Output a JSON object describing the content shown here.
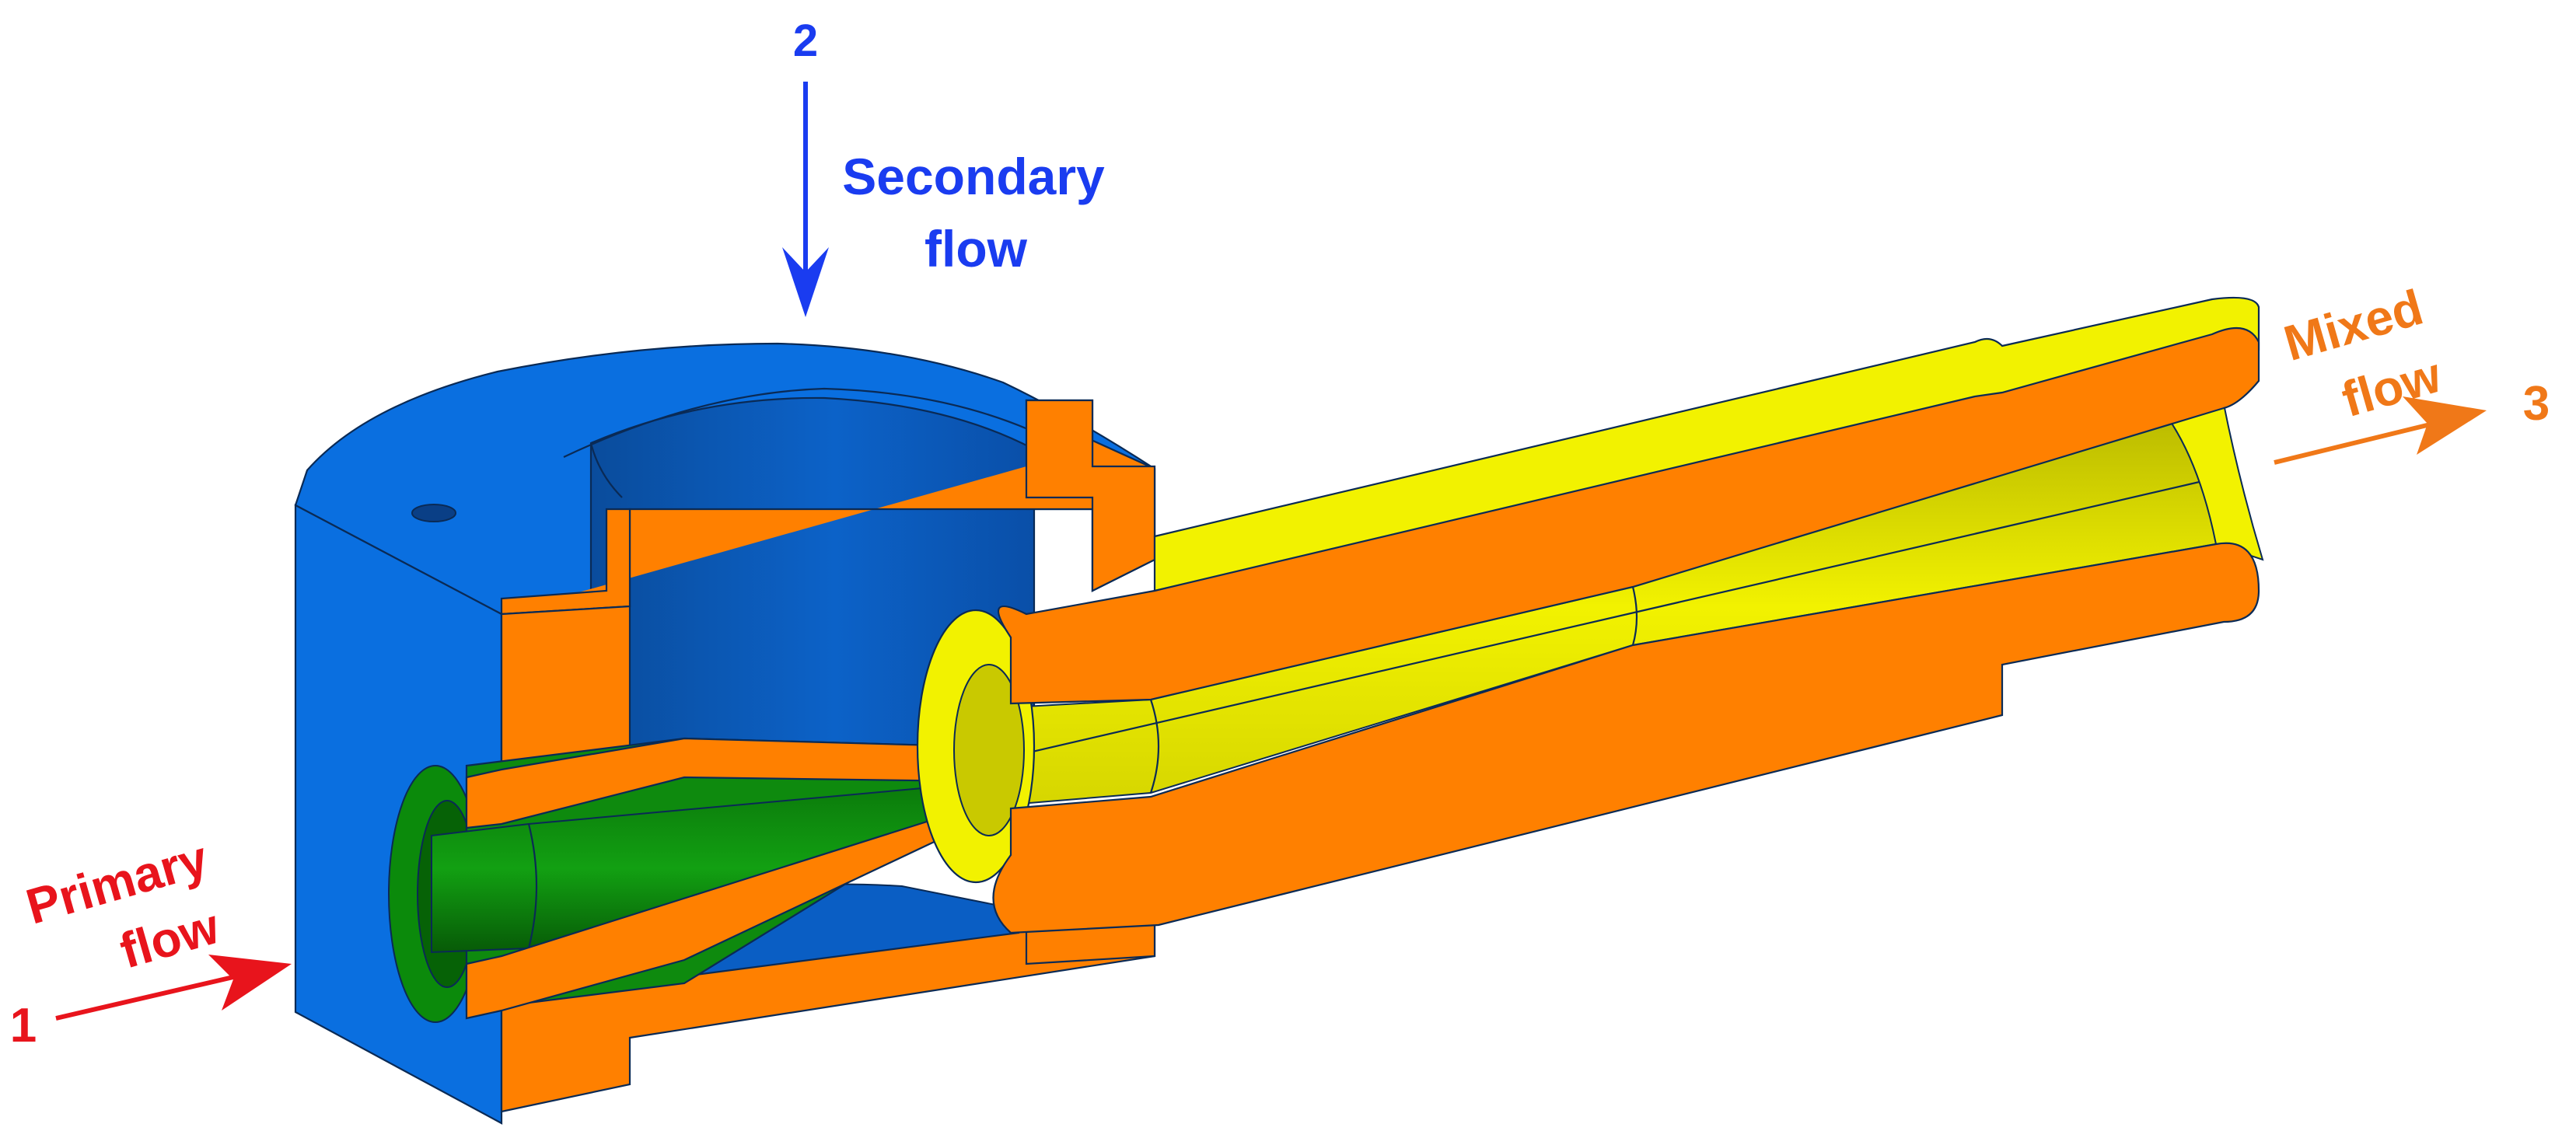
{
  "labels": {
    "primary": {
      "number": "1",
      "line1": "Primary",
      "line2": "flow",
      "color": "#e8141c"
    },
    "secondary": {
      "number": "2",
      "line1": "Secondary",
      "line2": "flow",
      "color": "#1a3cf0"
    },
    "mixed": {
      "number": "3",
      "line1": "Mixed",
      "line2": "flow",
      "color": "#f07818"
    }
  },
  "colors": {
    "body": "#0a6fe0",
    "body_dark": "#0b58b8",
    "body_inner": "#0a4da0",
    "section_cut": "#ff8000",
    "diffuser": "#f5f500",
    "diffuser_dark": "#c8c800",
    "nozzle": "#0e8a0e",
    "nozzle_dark": "#066206"
  },
  "components": [
    "suction-chamber-body",
    "primary-nozzle",
    "mixing-diffuser-tube"
  ]
}
